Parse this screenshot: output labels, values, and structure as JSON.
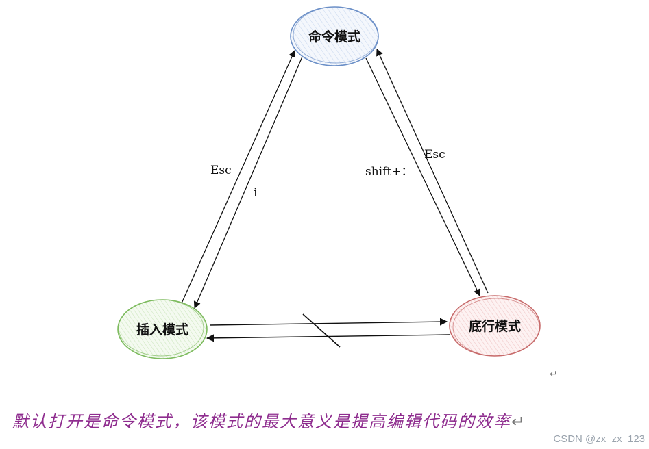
{
  "nodes": {
    "command": {
      "label": "命令模式",
      "stroke": "#6b8fc7",
      "fill": "#eef3fb"
    },
    "insert": {
      "label": "插入模式",
      "stroke": "#7dbb5e",
      "fill": "#eef7e8"
    },
    "bottom": {
      "label": "底行模式",
      "stroke": "#c76b6b",
      "fill": "#fbeaea"
    }
  },
  "edges": {
    "insert_to_command": "Esc",
    "command_to_insert": "i",
    "command_to_bottom": "shift+：",
    "bottom_to_command": "Esc"
  },
  "return_mark": "↵",
  "caption": "默认打开是命令模式，该模式的最大意义是提高编辑代码的效率",
  "caption_return": "↵",
  "watermark": "CSDN @zx_zx_123",
  "colors": {
    "caption": "#8e2c8e",
    "arrow": "#111111"
  }
}
